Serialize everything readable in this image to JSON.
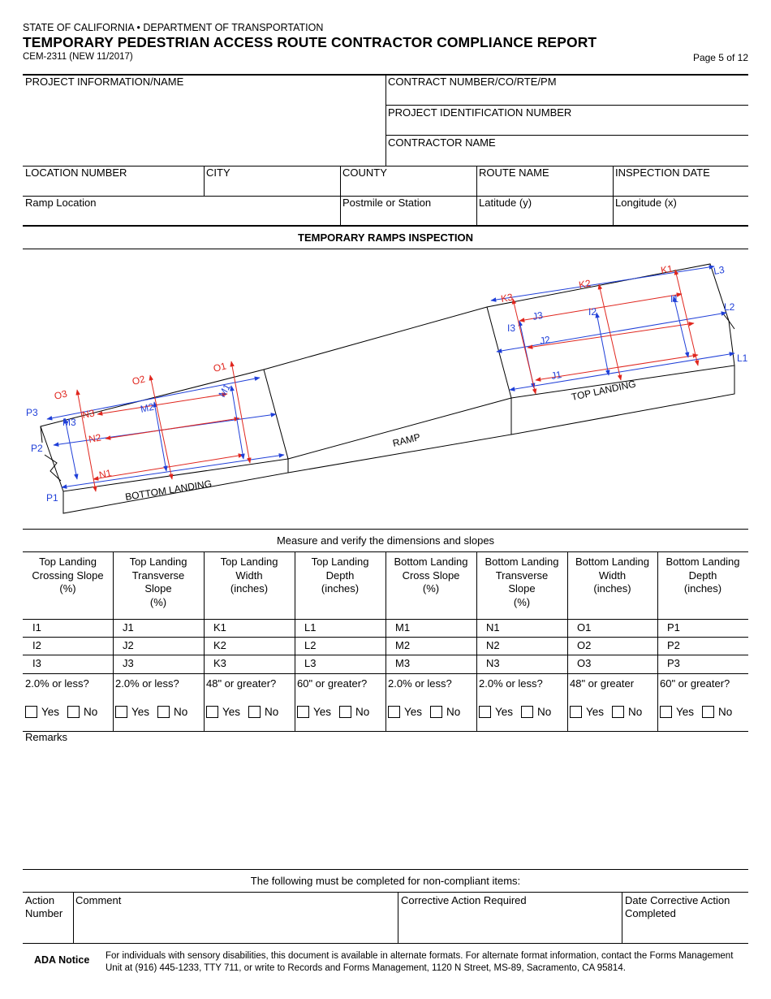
{
  "header": {
    "agency": "STATE OF CALIFORNIA • DEPARTMENT OF TRANSPORTATION",
    "title": "TEMPORARY PEDESTRIAN ACCESS ROUTE CONTRACTOR COMPLIANCE REPORT",
    "form_number": "CEM-2311 (NEW 11/2017)",
    "page": "Page 5 of 12"
  },
  "project": {
    "info_label": "PROJECT INFORMATION/NAME",
    "contract_label": "CONTRACT NUMBER/CO/RTE/PM",
    "project_id_label": "PROJECT IDENTIFICATION NUMBER",
    "contractor_label": "CONTRACTOR NAME"
  },
  "location": {
    "location_number": "LOCATION NUMBER",
    "city": "CITY",
    "county": "COUNTY",
    "route_name": "ROUTE NAME",
    "inspection_date": "INSPECTION DATE",
    "ramp_location": "Ramp Location",
    "postmile": "Postmile or Station",
    "latitude": "Latitude (y)",
    "longitude": "Longitude (x)"
  },
  "inspection": {
    "title": "TEMPORARY RAMPS INSPECTION",
    "diagram_labels": {
      "top_landing": "TOP LANDING",
      "ramp": "RAMP",
      "bottom_landing": "BOTTOM LANDING",
      "I1": "I1",
      "I2": "I2",
      "I3": "I3",
      "J1": "J1",
      "J2": "J2",
      "J3": "J3",
      "K1": "K1",
      "K2": "K2",
      "K3": "K3",
      "L1": "L1",
      "L2": "L2",
      "L3": "L3",
      "M1": "M1",
      "M2": "M2",
      "M3": "M3",
      "N1": "N1",
      "N2": "N2",
      "N3": "N3",
      "O1": "O1",
      "O2": "O2",
      "O3": "O3",
      "P1": "P1",
      "P2": "P2",
      "P3": "P3"
    },
    "measure_caption": "Measure and verify the dimensions and slopes",
    "columns": [
      {
        "h1": "Top Landing",
        "h2": "Crossing Slope",
        "h3": "(%)",
        "h4": "",
        "r1": "I1",
        "r2": "I2",
        "r3": "I3",
        "req": "2.0% or less?"
      },
      {
        "h1": "Top Landing",
        "h2": "Transverse",
        "h3": "Slope",
        "h4": "(%)",
        "r1": "J1",
        "r2": "J2",
        "r3": "J3",
        "req": "2.0% or less?"
      },
      {
        "h1": "Top Landing",
        "h2": "Width",
        "h3": "(inches)",
        "h4": "",
        "r1": "K1",
        "r2": "K2",
        "r3": "K3",
        "req": "48\" or greater?"
      },
      {
        "h1": "Top Landing",
        "h2": "Depth",
        "h3": "(inches)",
        "h4": "",
        "r1": "L1",
        "r2": "L2",
        "r3": "L3",
        "req": "60\" or greater?"
      },
      {
        "h1": "Bottom Landing",
        "h2": "Cross Slope",
        "h3": "(%)",
        "h4": "",
        "r1": "M1",
        "r2": "M2",
        "r3": "M3",
        "req": "2.0% or less?"
      },
      {
        "h1": "Bottom Landing",
        "h2": "Transverse",
        "h3": "Slope",
        "h4": "(%)",
        "r1": "N1",
        "r2": "N2",
        "r3": "N3",
        "req": "2.0% or less?"
      },
      {
        "h1": "Bottom Landing",
        "h2": "Width",
        "h3": "(inches)",
        "h4": "",
        "r1": "O1",
        "r2": "O2",
        "r3": "O3",
        "req": "48\" or greater"
      },
      {
        "h1": "Bottom Landing",
        "h2": "Depth",
        "h3": "(inches)",
        "h4": "",
        "r1": "P1",
        "r2": "P2",
        "r3": "P3",
        "req": "60\" or greater?"
      }
    ],
    "yes_label": "Yes",
    "no_label": "No",
    "remarks_label": "Remarks"
  },
  "noncompliant": {
    "caption": "The following must be completed for non-compliant items:",
    "action_number_1": "Action",
    "action_number_2": "Number",
    "comment": "Comment",
    "corrective_action": "Corrective Action Required",
    "date_completed_1": "Date Corrective Action",
    "date_completed_2": "Completed"
  },
  "ada": {
    "label": "ADA Notice",
    "text": "For individuals with sensory disabilities, this document is available in alternate formats. For alternate format information, contact the Forms Management Unit at (916) 445-1233, TTY 711, or write to Records and Forms Management, 1120 N Street, MS-89, Sacramento, CA 95814."
  }
}
